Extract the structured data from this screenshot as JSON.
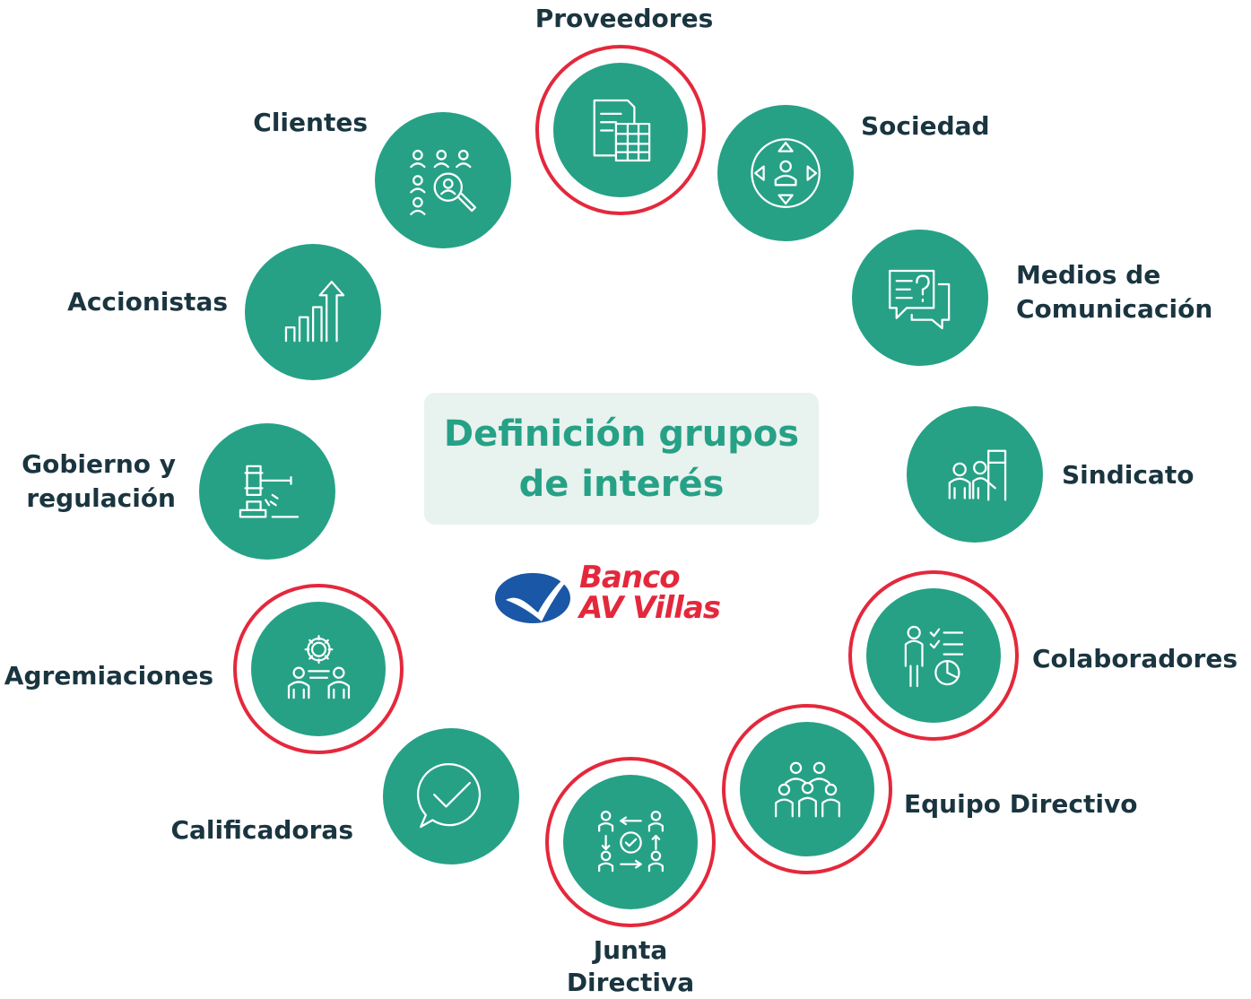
{
  "title": {
    "line1": "Definición grupos",
    "line2": "de interés"
  },
  "brand": {
    "line1": "Banco",
    "line2": "AV Villas",
    "color": "#e4283c",
    "mark_color": "#1a57a6"
  },
  "colors": {
    "node": "#26a186",
    "ring": "#e4283c",
    "label": "#1a3540"
  },
  "groups": [
    {
      "label": "Proveedores",
      "icon": "document-spreadsheet-icon",
      "highlighted": true
    },
    {
      "label": "Sociedad",
      "icon": "person-arrows-icon",
      "highlighted": false
    },
    {
      "label_line1": "Medios de",
      "label_line2": "Comunicación",
      "icon": "chat-question-icon",
      "highlighted": false
    },
    {
      "label": "Sindicato",
      "icon": "people-flag-icon",
      "highlighted": false
    },
    {
      "label": "Colaboradores",
      "icon": "checklist-person-icon",
      "highlighted": true
    },
    {
      "label": "Equipo Directivo",
      "icon": "team-icon",
      "highlighted": true
    },
    {
      "label_line1": "Junta",
      "label_line2": "Directiva",
      "icon": "people-cycle-check-icon",
      "highlighted": true
    },
    {
      "label": "Calificadoras",
      "icon": "chat-check-icon",
      "highlighted": false
    },
    {
      "label": "Agremiaciones",
      "icon": "gear-people-icon",
      "highlighted": true
    },
    {
      "label_line1": "Gobierno y",
      "label_line2": "regulación",
      "icon": "gavel-icon",
      "highlighted": false
    },
    {
      "label": "Accionistas",
      "icon": "growth-chart-icon",
      "highlighted": false
    },
    {
      "label": "Clientes",
      "icon": "people-search-icon",
      "highlighted": false
    }
  ]
}
